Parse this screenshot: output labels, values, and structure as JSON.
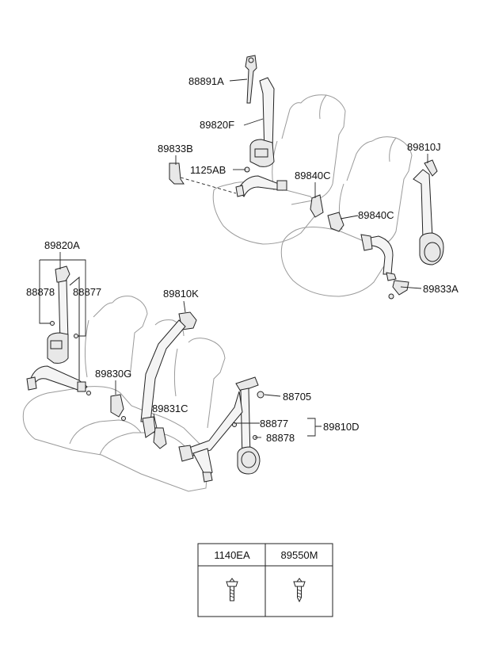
{
  "labels": {
    "front": {
      "p88891A": "88891A",
      "p89820F": "89820F",
      "p89833B": "89833B",
      "p1125AB": "1125AB",
      "p89840C_a": "89840C",
      "p89840C_b": "89840C",
      "p89810J": "89810J",
      "p89833A": "89833A"
    },
    "rear": {
      "p89820A": "89820A",
      "p88878_a": "88878",
      "p88877_a": "88877",
      "p89810K": "89810K",
      "p89830G": "89830G",
      "p89831C": "89831C",
      "p88705": "88705",
      "p88877_b": "88877",
      "p88878_b": "88878",
      "p89810D": "89810D"
    }
  },
  "table": {
    "headers": [
      "1140EA",
      "89550M"
    ],
    "icons": [
      "bolt-icon",
      "screw-icon"
    ]
  }
}
